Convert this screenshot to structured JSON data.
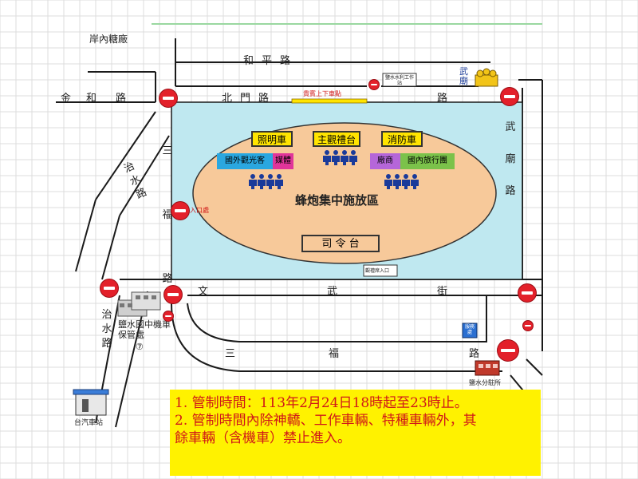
{
  "roads": {
    "hoping": "和平路",
    "beimen": "北門路",
    "beimen_east": "路",
    "jinho_a": "金",
    "jinho_b": "和",
    "jinho_c": "路",
    "sanfu_west": "三福路",
    "zhishui_upper": "治水路",
    "wumiao": "武廟路",
    "wenwu_a": "文",
    "wenwu_b": "武",
    "wenwu_c": "街",
    "zhishui_lower": "治水路",
    "sanfu_south_a": "三",
    "sanfu_south_b": "福",
    "sanfu_south_c": "路"
  },
  "places": {
    "sugar_factory": "岸內糖廠",
    "water_station": "鹽水水利工作站",
    "wumiao_temple": "武廟",
    "vip_dropoff": "貴賓上下車點",
    "entrance": "入口處",
    "school": "鹽水國中機車保管處",
    "school_num": "⑦",
    "ticket": "服務處",
    "police": "鹽水分駐所",
    "bus_station": "台汽車站",
    "small_sign": "觀禮席入口"
  },
  "event": {
    "area": "蜂炮集中施放區",
    "command": "司 令 台",
    "lighting": "照明車",
    "main_stage": "主觀禮台",
    "fire": "消防車",
    "foreign": "國外觀光客",
    "media": "媒體",
    "vendors": "廠商",
    "domestic": "國內旅行團"
  },
  "notice": {
    "line1": "1. 管制時間：113年2月24日18時起至23時止。",
    "line2": "2. 管制時間內除神轎、工作車輛、特種車輛外，其",
    "line3": "餘車輛（含機車）禁止進入。"
  },
  "colors": {
    "plaza": "#bfe8f0",
    "oval": "#f7c99a",
    "notice_bg": "#fff200",
    "notice_text": "#d01818",
    "lighting": "#ffe400",
    "foreign": "#2aa7e0",
    "media": "#e0359a",
    "vendors": "#b566d9",
    "domestic": "#7bc24a",
    "no_entry": "#e3202a"
  }
}
